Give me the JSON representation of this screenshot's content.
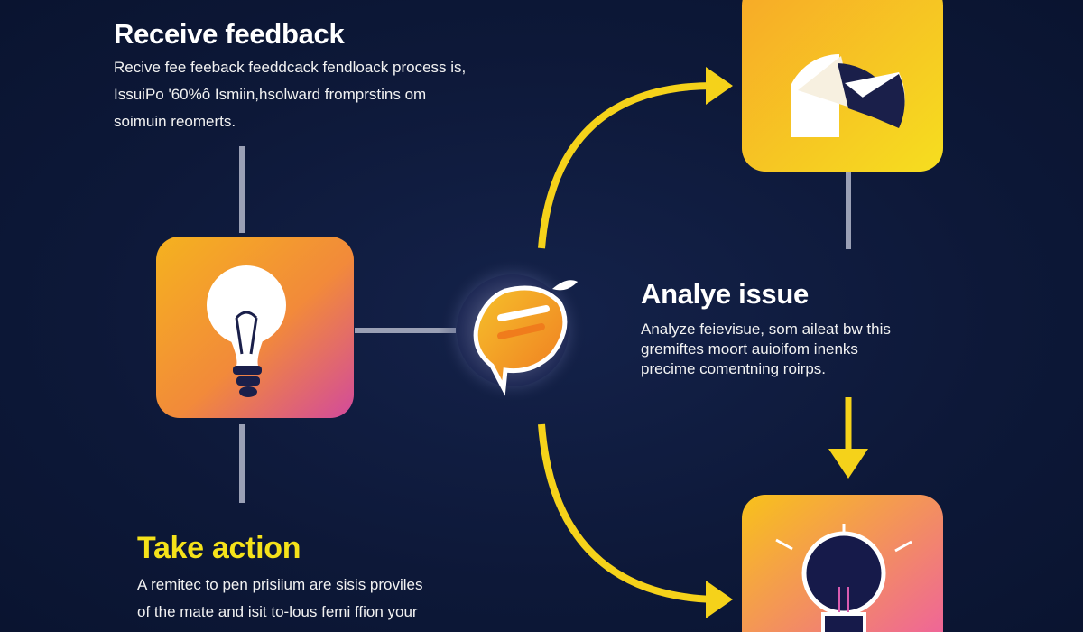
{
  "steps": [
    {
      "title": "Receive feedback",
      "lines": [
        "Recive fee feeback feeddcack fendloack process is,",
        "IssuiPo '60%ô Ismiin,hsolward fromprstins om",
        "soimuin reomerts."
      ]
    },
    {
      "title": "Analye issue",
      "lines": [
        "Analyze feievisue, som aileat bw this",
        "gremiftes moort auioifom inenks",
        "precime comentning roirps."
      ]
    },
    {
      "title": "Take action",
      "lines": [
        "A remitec to pen prisiium are sisis proviles",
        "of the mate and isit to-lous femi ffion your"
      ]
    }
  ],
  "colors": {
    "background": "#0d1838",
    "accent_yellow": "#f5e21a",
    "orange": "#f5a623",
    "pink": "#e85aa0"
  }
}
